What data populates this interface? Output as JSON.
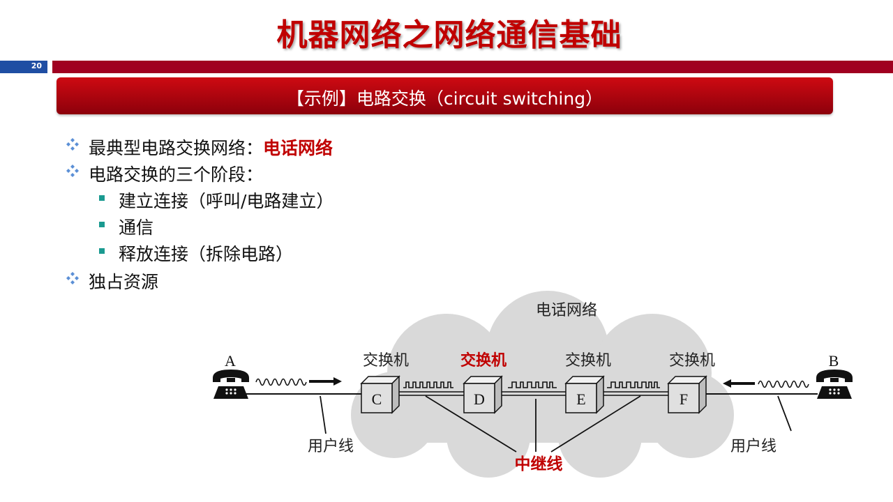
{
  "page": {
    "title": "机器网络之网络通信基础",
    "page_number": "20",
    "subtitle": "【示例】电路交换（circuit switching）"
  },
  "bullets": [
    {
      "text": "最典型电路交换网络：",
      "highlight": "电话网络"
    },
    {
      "text": "电路交换的三个阶段："
    },
    {
      "text": "建立连接（呼叫/电路建立）"
    },
    {
      "text": "通信"
    },
    {
      "text": "释放连接（拆除电路）"
    },
    {
      "text": "独占资源"
    }
  ],
  "diagram": {
    "cloud_label": "电话网络",
    "endpoint_a": "A",
    "endpoint_b": "B",
    "switch_labels": [
      "交换机",
      "交换机",
      "交换机",
      "交换机"
    ],
    "switch_nodes": [
      "C",
      "D",
      "E",
      "F"
    ],
    "user_line_label_left": "用户线",
    "user_line_label_right": "用户线",
    "trunk_label": "中继线",
    "icons": [
      "telephone-icon",
      "telephone-icon",
      "arrow-right-icon",
      "arrow-left-icon"
    ],
    "colors": {
      "highlight": "#c00000",
      "cloud": "#d9d9d9",
      "switch": "#e0e0e0"
    }
  }
}
